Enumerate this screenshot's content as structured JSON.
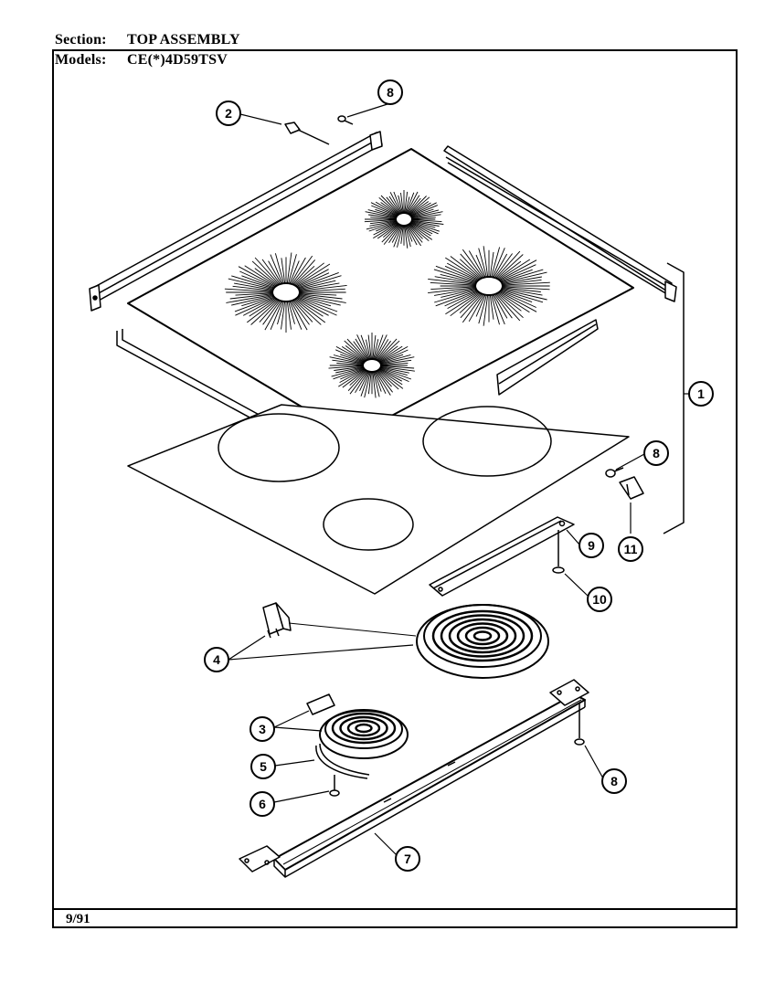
{
  "header": {
    "section_label": "Section:",
    "section_value": "TOP ASSEMBLY",
    "models_label": "Models:",
    "models_value": "CE(*)4D59TSV"
  },
  "footer": {
    "date": "9/91"
  },
  "callouts": {
    "c1": "1",
    "c2": "2",
    "c3": "3",
    "c4": "4",
    "c5": "5",
    "c6": "6",
    "c7": "7",
    "c8a": "8",
    "c8b": "8",
    "c8c": "8",
    "c9": "9",
    "c10": "10",
    "c11": "11"
  }
}
